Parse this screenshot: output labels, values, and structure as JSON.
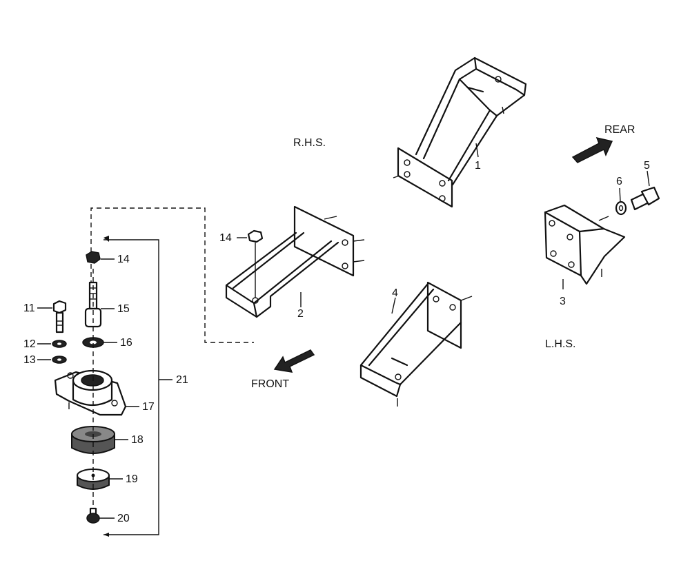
{
  "labels": {
    "rhs": "R.H.S.",
    "lhs": "L.H.S.",
    "rear": "REAR",
    "front": "FRONT"
  },
  "callouts": {
    "p1": "1",
    "p2": "2",
    "p3": "3",
    "p4": "4",
    "p5": "5",
    "p6": "6",
    "p11": "11",
    "p12": "12",
    "p13": "13",
    "p14a": "14",
    "p14b": "14",
    "p15": "15",
    "p16": "16",
    "p17": "17",
    "p18": "18",
    "p19": "19",
    "p20": "20",
    "p21": "21"
  }
}
